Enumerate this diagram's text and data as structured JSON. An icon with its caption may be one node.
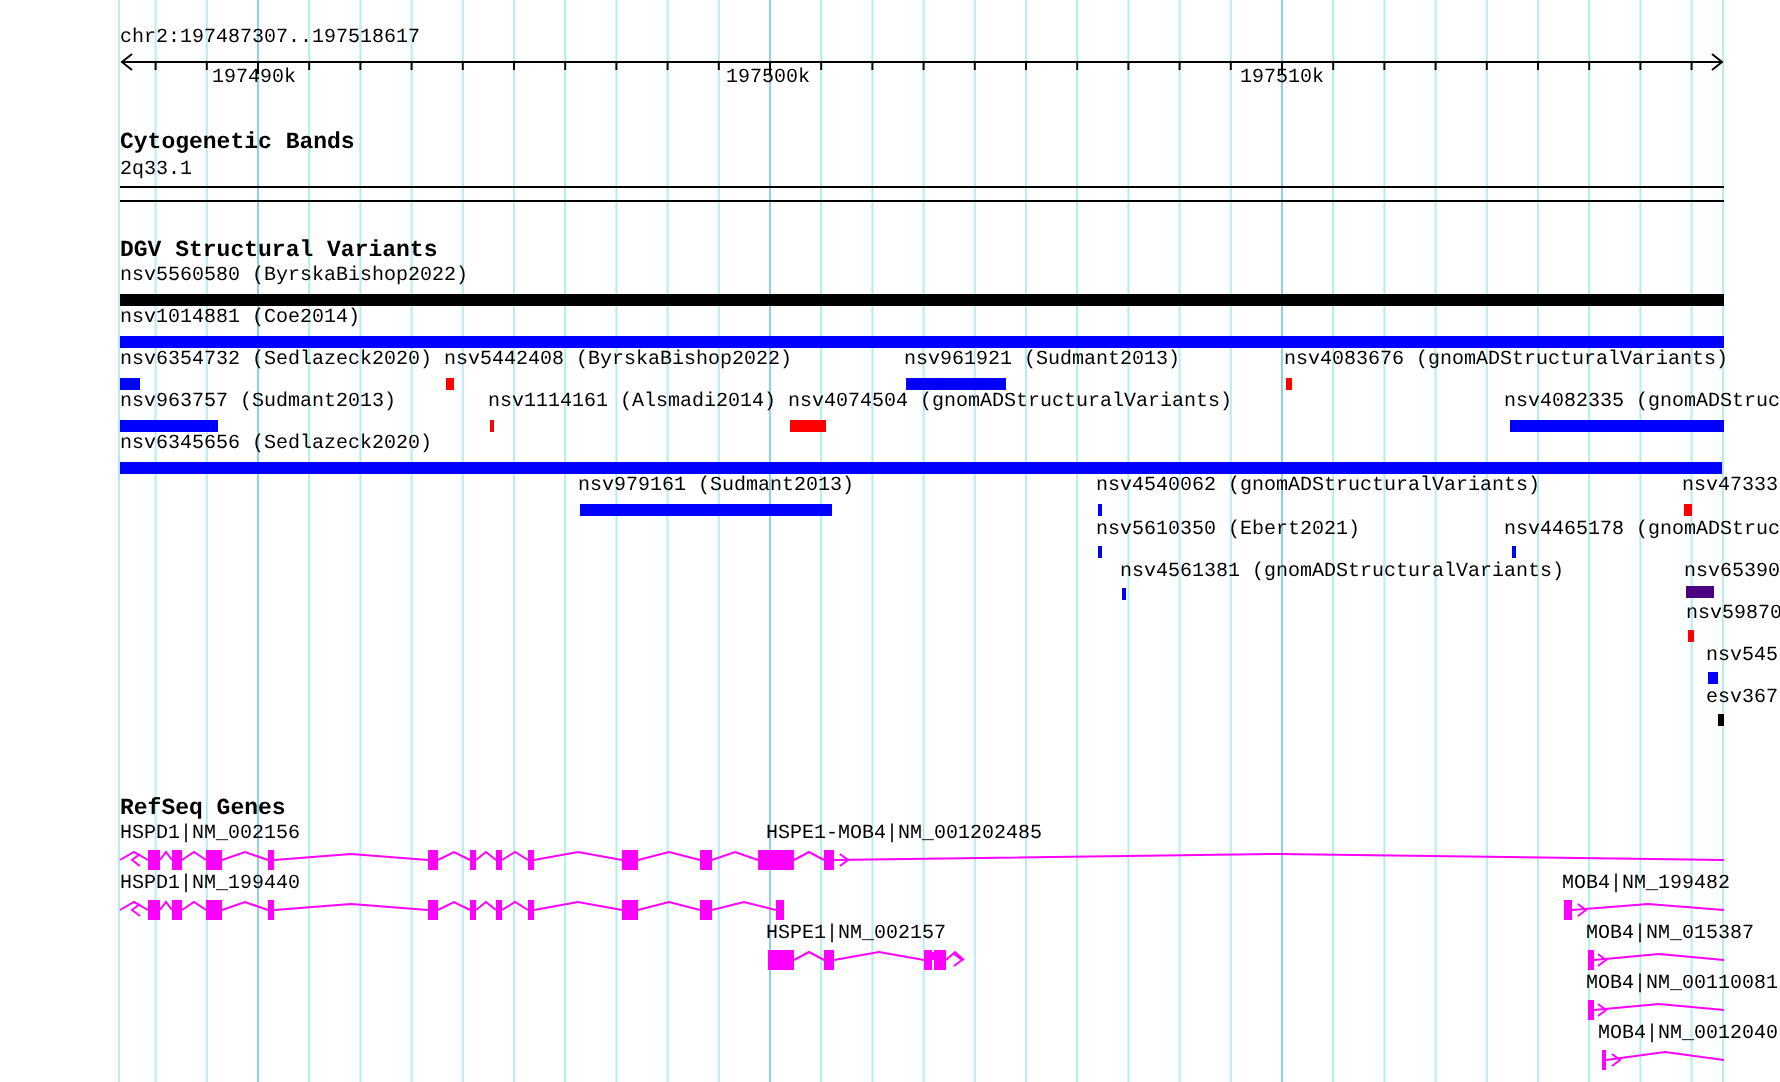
{
  "diagram": {
    "labels": [
      "chr2:197487307..197518617",
      "197490k",
      "197500k",
      "197510k",
      "Cytogenetic Bands",
      "2q33.1",
      "DGV Structural Variants",
      "nsv5560580 (ByrskaBishop2022)",
      "nsv1014881 (Coe2014)",
      "nsv6354732 (Sedlazeck2020)",
      "nsv5442408 (ByrskaBishop2022)",
      "nsv961921 (Sudmant2013)",
      "nsv4083676 (gnomADStructuralVariants)",
      "nsv963757 (Sudmant2013)",
      "nsv1114161 (Alsmadi2014)",
      "nsv4074504 (gnomADStructuralVariants)",
      "nsv4082335 (gnomADStruc",
      "nsv6345656 (Sedlazeck2020)",
      "nsv979161 (Sudmant2013)",
      "nsv4540062 (gnomADStructuralVariants)",
      "nsv47333",
      "nsv5610350 (Ebert2021)",
      "nsv4465178 (gnomADStruc",
      "nsv4561381 (gnomADStructuralVariants)",
      "nsv65390",
      "nsv59870",
      "nsv545",
      "esv367",
      "RefSeq Genes",
      "HSPD1|NM_002156",
      "HSPE1-MOB4|NM_001202485",
      "HSPD1|NM_199440",
      "MOB4|NM_199482",
      "HSPE1|NM_002157",
      "MOB4|NM_015387",
      "MOB4|NM_00110081",
      "MOB4|NM_0012040"
    ]
  }
}
